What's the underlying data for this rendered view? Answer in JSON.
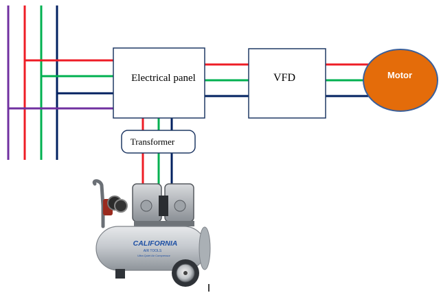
{
  "labels": {
    "electrical_panel": "Electrical panel",
    "vfd": "VFD",
    "motor": "Motor",
    "transformer": "Transformer"
  },
  "compressor_branding": {
    "brand": "CALIFORNIA",
    "sub": "AIR TOOLS",
    "tagline": "Ultra Quiet Air Compressor"
  },
  "colors": {
    "phase_l1": "#7030a0",
    "phase_l2": "#ee1c25",
    "phase_l3": "#00b050",
    "neutral": "#002060",
    "box_border": "#1f3864",
    "motor_fill": "#e46c0a",
    "motor_stroke": "#3a5f9a",
    "tank": "#c9cdd2"
  }
}
